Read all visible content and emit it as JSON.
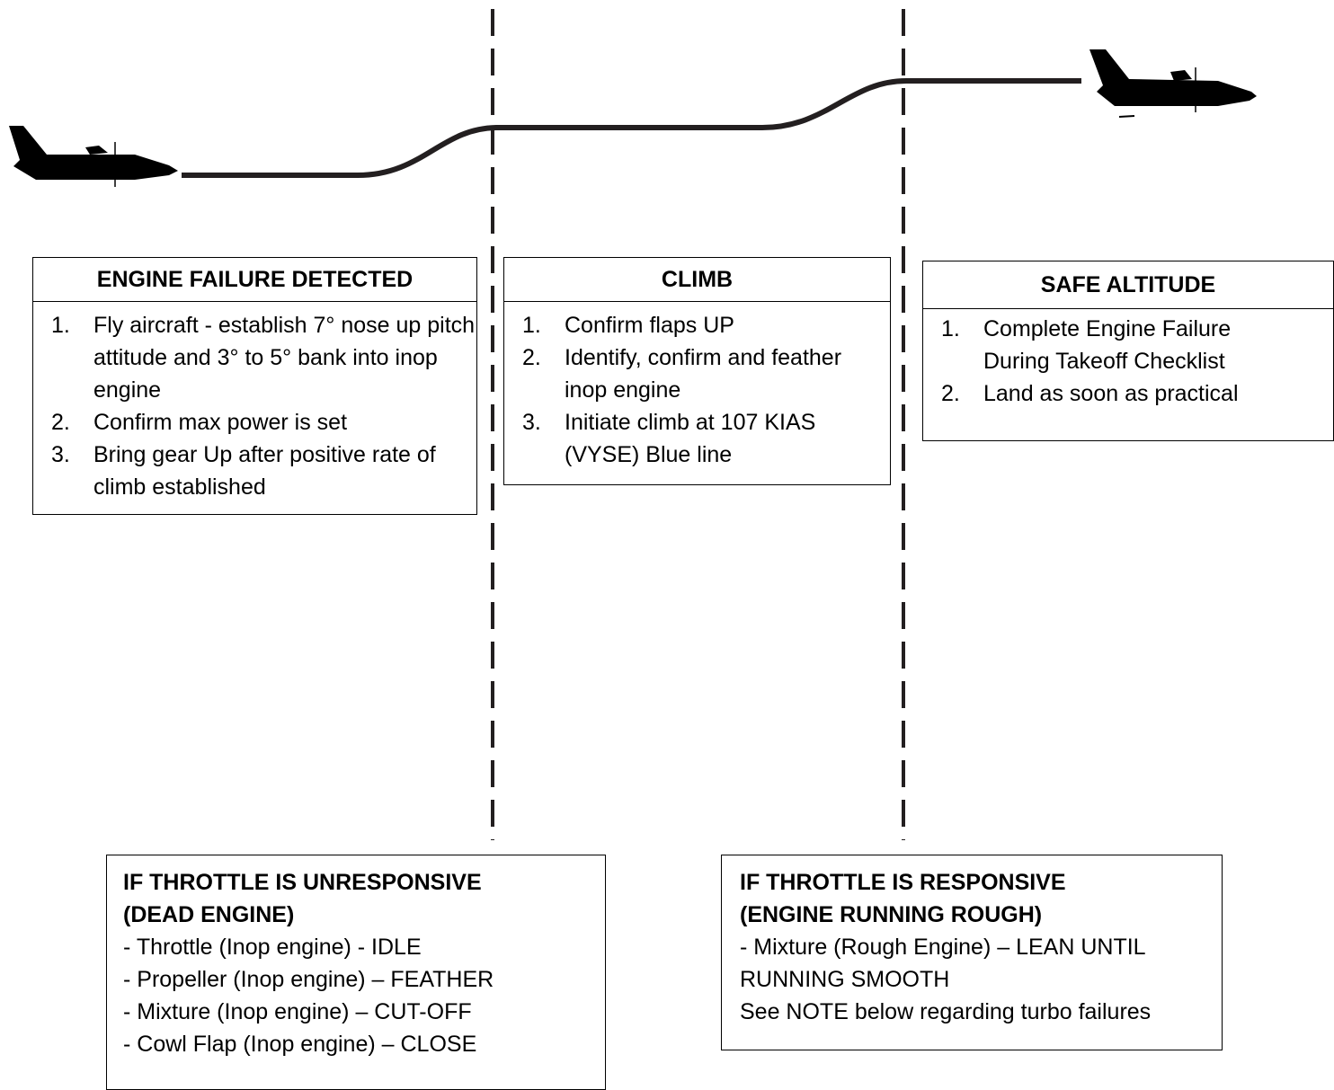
{
  "colors": {
    "line": "#231f20",
    "plane": "#000000",
    "border": "#000000"
  },
  "icons": [
    "airplane-left-icon",
    "airplane-right-icon"
  ],
  "phases": [
    {
      "title": "ENGINE FAILURE DETECTED",
      "steps": [
        {
          "num": "1.",
          "text": "Fly aircraft - establish 7° nose up pitch attitude and 3° to 5° bank into inop engine"
        },
        {
          "num": "2.",
          "text": "Confirm max power is set"
        },
        {
          "num": "3.",
          "text": "Bring gear Up after positive rate of climb established"
        }
      ]
    },
    {
      "title": "CLIMB",
      "steps": [
        {
          "num": "1.",
          "text": "Confirm flaps UP"
        },
        {
          "num": "2.",
          "text": "Identify, confirm and feather inop engine"
        },
        {
          "num": "3.",
          "text": "Initiate climb at 107 KIAS (VYSE) Blue line"
        }
      ]
    },
    {
      "title": "SAFE ALTITUDE",
      "steps": [
        {
          "num": "1.",
          "text": "Complete Engine Failure During Takeoff Checklist"
        },
        {
          "num": "2.",
          "text": "Land as soon as practical"
        }
      ]
    }
  ],
  "conditions": [
    {
      "title": "IF THROTTLE IS UNRESPONSIVE (DEAD ENGINE)",
      "lines": [
        "- Throttle (Inop engine) - IDLE",
        "- Propeller (Inop engine) – FEATHER",
        "- Mixture (Inop engine) – CUT-OFF",
        "- Cowl Flap (Inop engine) – CLOSE"
      ]
    },
    {
      "title": "IF THROTTLE IS RESPONSIVE (ENGINE RUNNING ROUGH)",
      "lines": [
        "- Mixture (Rough Engine) – LEAN UNTIL RUNNING SMOOTH",
        "See NOTE below regarding turbo failures"
      ]
    }
  ]
}
